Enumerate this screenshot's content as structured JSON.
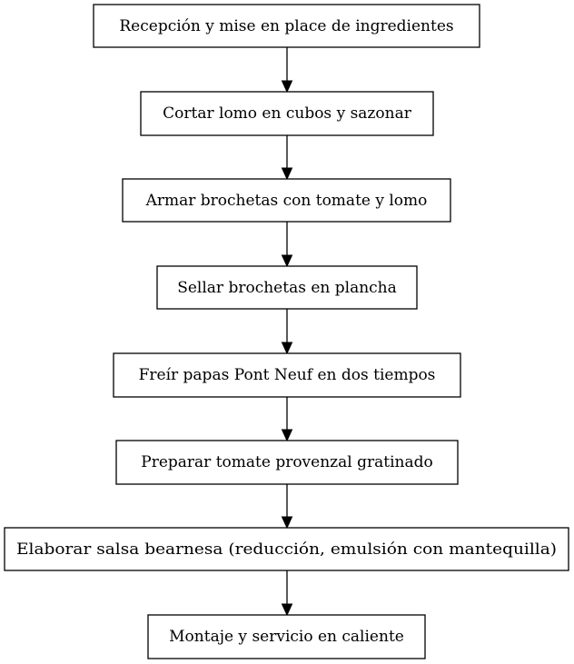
{
  "flowchart": {
    "steps": [
      {
        "label": "Recepción y mise en place de ingredientes"
      },
      {
        "label": "Cortar lomo en cubos y sazonar"
      },
      {
        "label": "Armar brochetas con tomate y lomo"
      },
      {
        "label": "Sellar brochetas en plancha"
      },
      {
        "label": "Freír papas Pont Neuf en dos tiempos"
      },
      {
        "label": "Preparar tomate provenzal gratinado"
      },
      {
        "label": "Elaborar salsa bearnesa (reducción, emulsión con mantequilla)"
      },
      {
        "label": "Montaje y servicio en caliente"
      }
    ]
  }
}
